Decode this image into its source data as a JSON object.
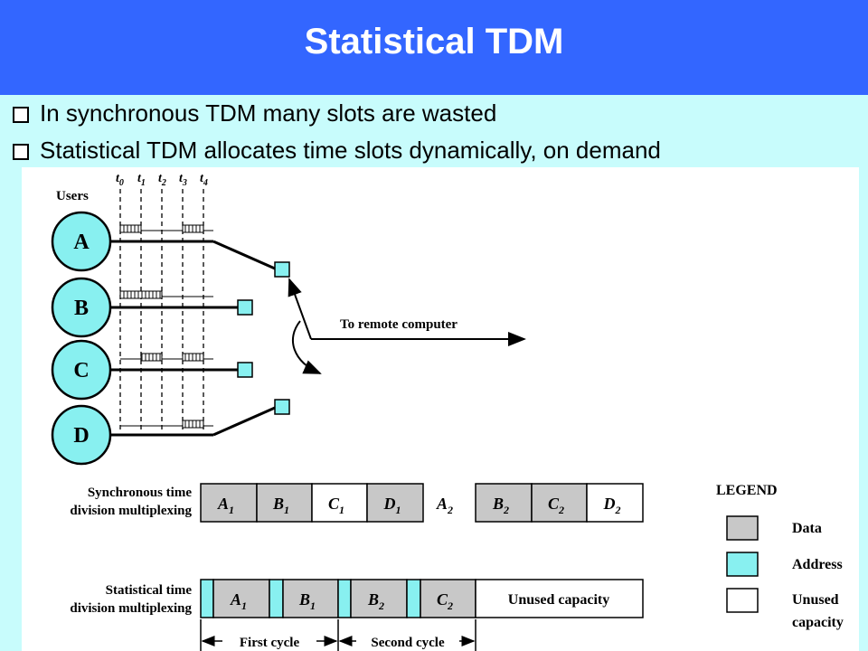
{
  "slide": {
    "title": "Statistical TDM",
    "bullets": [
      "In synchronous TDM many slots are wasted",
      "Statistical TDM allocates time slots dynamically, on demand"
    ]
  },
  "figure": {
    "users_label": "Users",
    "users": [
      "A",
      "B",
      "C",
      "D"
    ],
    "time_ticks": [
      {
        "base": "t",
        "sub": "0"
      },
      {
        "base": "t",
        "sub": "1"
      },
      {
        "base": "t",
        "sub": "2"
      },
      {
        "base": "t",
        "sub": "3"
      },
      {
        "base": "t",
        "sub": "4"
      }
    ],
    "remote_label": "To remote computer",
    "sync_label": [
      "Synchronous time",
      "division multiplexing"
    ],
    "sync_frame1": [
      {
        "base": "A",
        "sub": "1"
      },
      {
        "base": "B",
        "sub": "1"
      },
      {
        "base": "C",
        "sub": "1"
      },
      {
        "base": "D",
        "sub": "1"
      }
    ],
    "sync_between": {
      "base": "A",
      "sub": "2"
    },
    "sync_frame2": [
      {
        "base": "B",
        "sub": "2"
      },
      {
        "base": "C",
        "sub": "2"
      },
      {
        "base": "D",
        "sub": "2"
      }
    ],
    "stat_label": [
      "Statistical time",
      "division multiplexing"
    ],
    "stat_slots": [
      {
        "base": "A",
        "sub": "1"
      },
      {
        "base": "B",
        "sub": "1"
      },
      {
        "base": "B",
        "sub": "2"
      },
      {
        "base": "C",
        "sub": "2"
      }
    ],
    "unused_text": "Unused capacity",
    "first_cycle": "First cycle",
    "second_cycle": "Second cycle",
    "legend": {
      "title": "LEGEND",
      "data": "Data",
      "address": "Address",
      "unused": [
        "Unused",
        "capacity"
      ]
    },
    "colors": {
      "data": "#c8c8c8",
      "address": "#88f0f0",
      "unused": "#ffffff",
      "accent": "#3366ff"
    }
  }
}
